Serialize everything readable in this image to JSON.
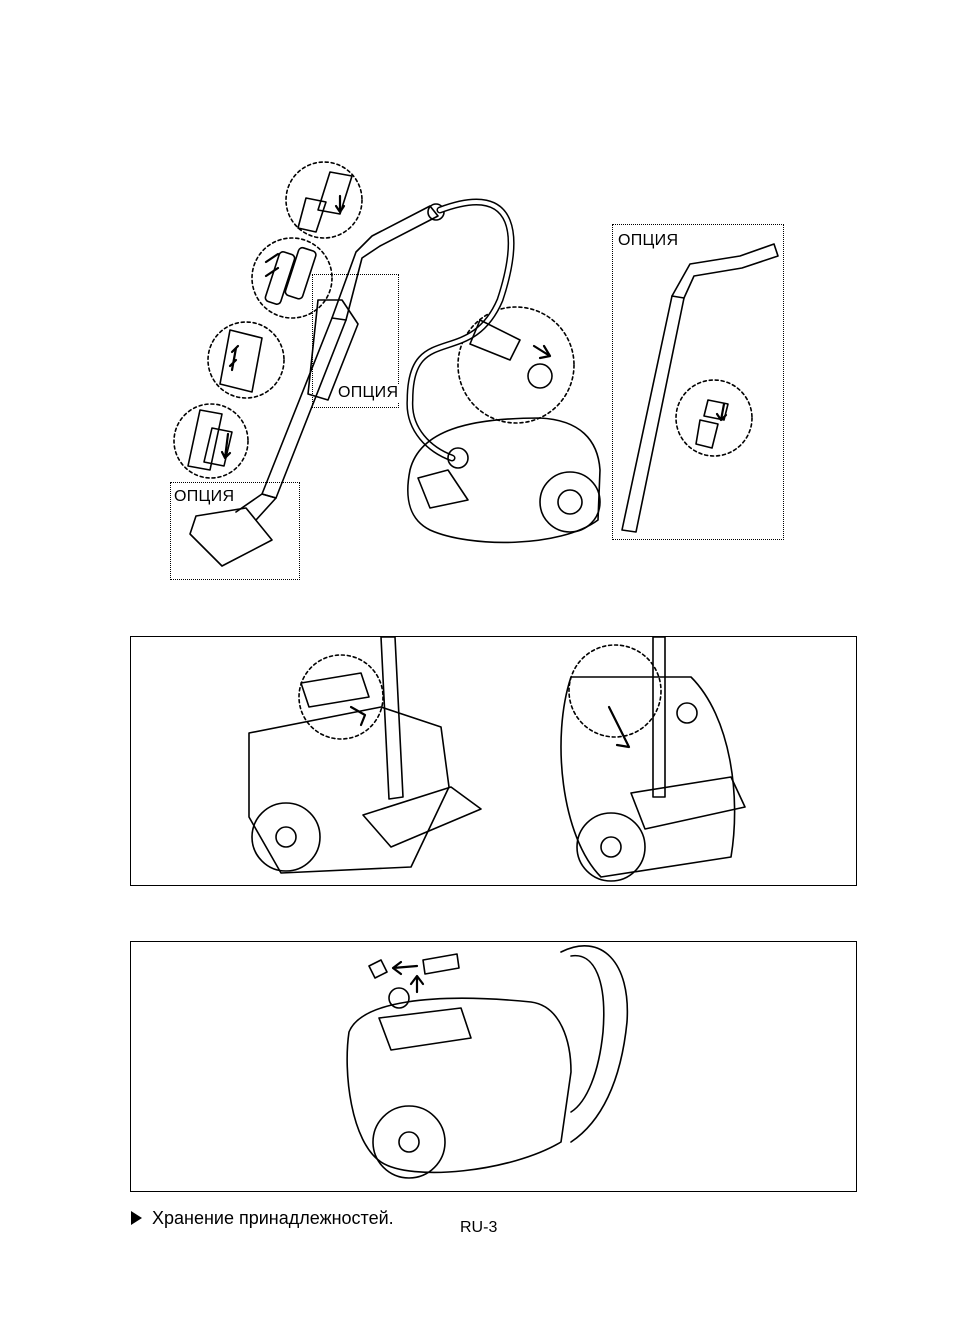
{
  "figure1": {
    "option_label_top_right": "ОПЦИЯ",
    "option_label_middle": "ОПЦИЯ",
    "option_label_bottom_left": "ОПЦИЯ"
  },
  "caption": {
    "bullet_icon": "triangle-right-icon",
    "text": "Хранение принадлежностей."
  },
  "footer": {
    "page_number": "RU-3"
  }
}
